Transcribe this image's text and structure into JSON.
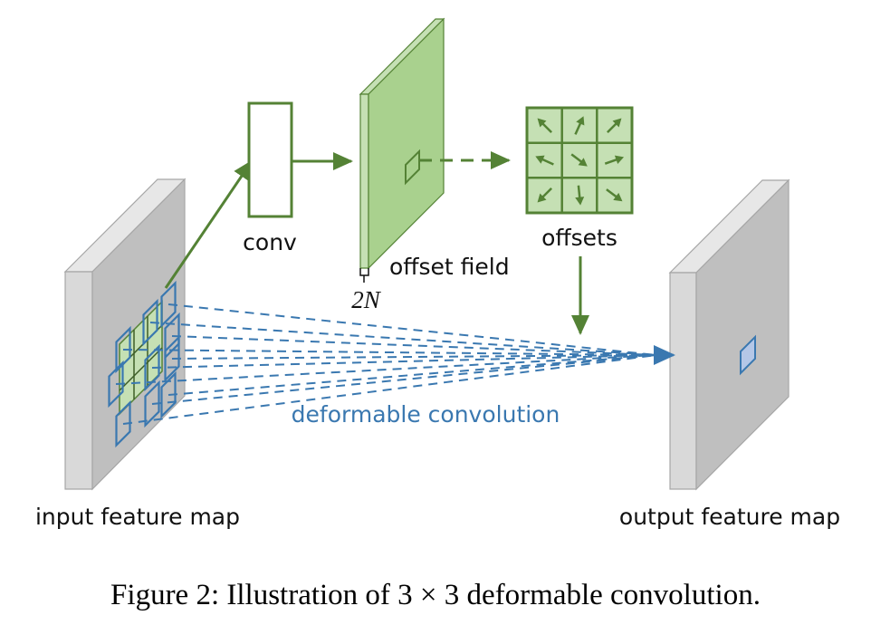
{
  "colors": {
    "green": "#548235",
    "green_fill": "#a9d18e",
    "green_light": "#c5e0b4",
    "blue": "#3a78b0",
    "blue_fill": "#b4c7e7",
    "gray_face": "#bfbfbf",
    "gray_side": "#d9d9d9",
    "gray_top": "#e7e7e7"
  },
  "labels": {
    "conv": "conv",
    "offset_field": "offset field",
    "offset_channels": "2N",
    "offsets": "offsets",
    "deformable_convolution": "deformable convolution",
    "input_feature_map": "input feature map",
    "output_feature_map": "output feature map"
  },
  "caption": "Figure 2: Illustration of 3 × 3 deformable convolution.",
  "offsets_grid": {
    "rows": 3,
    "cols": 3,
    "arrow_directions": [
      [
        "up-left",
        "up-right-steep",
        "up-right"
      ],
      [
        "left-slight-up",
        "down-right",
        "right-slight-up"
      ],
      [
        "down-left",
        "down",
        "down-right"
      ]
    ]
  }
}
